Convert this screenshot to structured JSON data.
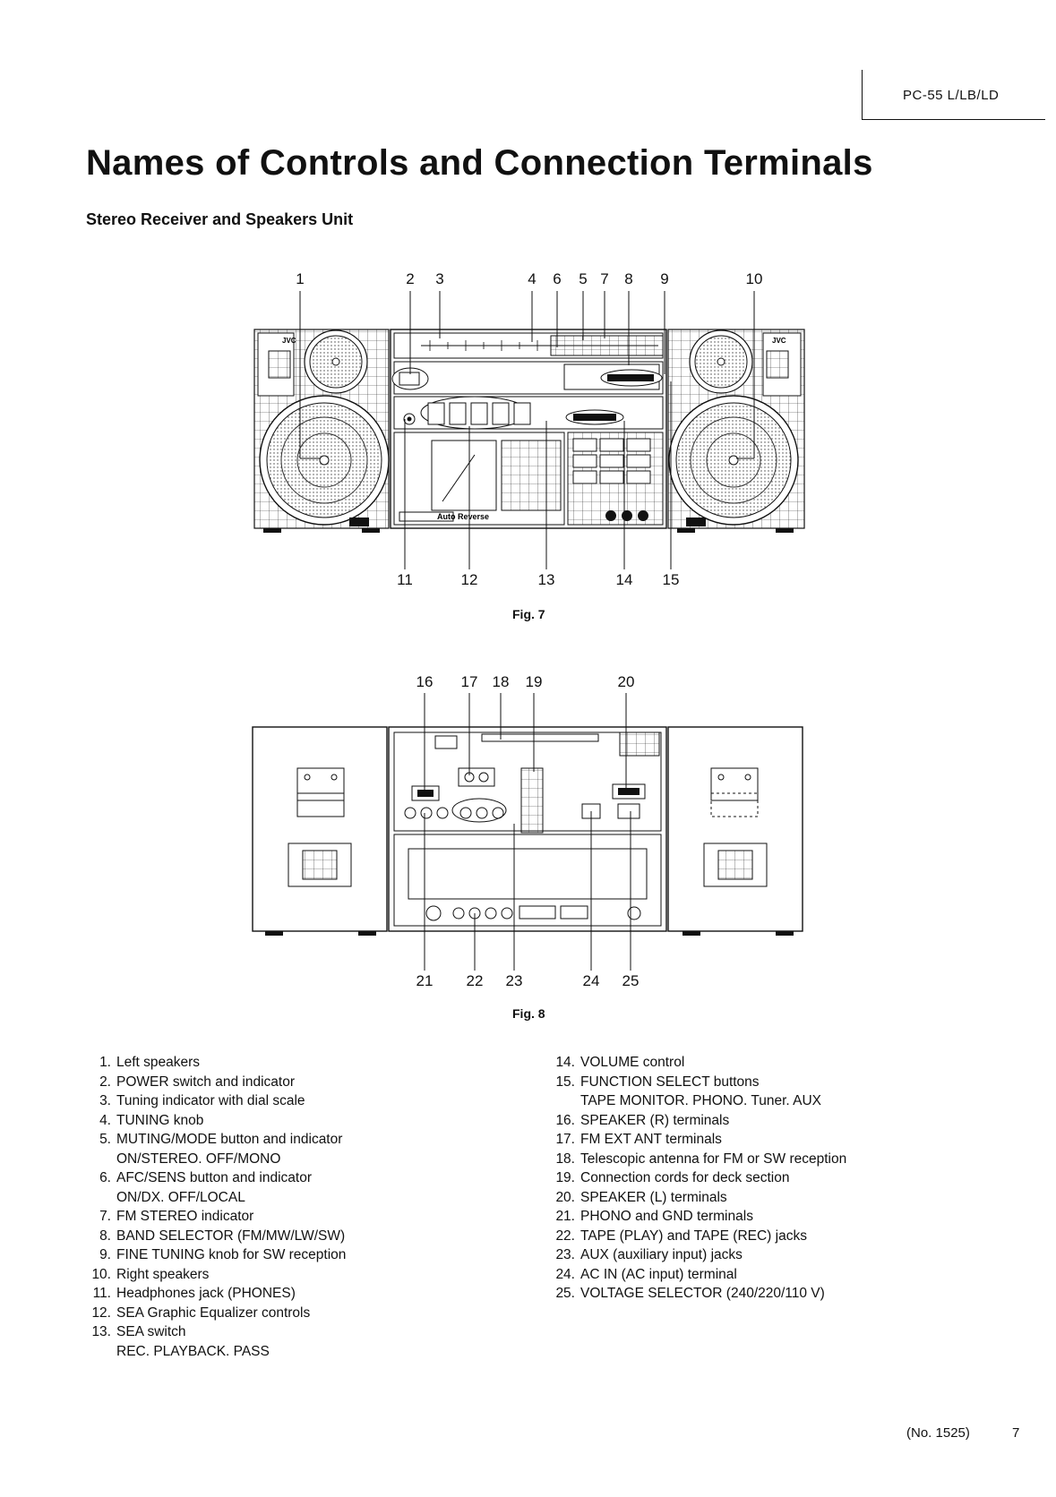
{
  "header": {
    "model": "PC-55 L/LB/LD"
  },
  "page_title": "Names of Controls and Connection Terminals",
  "section_title": "Stereo Receiver and Speakers Unit",
  "fig7": {
    "caption": "Fig. 7",
    "top_callouts": [
      "1",
      "2",
      "3",
      "4",
      "6",
      "5",
      "7",
      "8",
      "9",
      "10"
    ],
    "bottom_callouts": [
      "11",
      "12",
      "13",
      "14",
      "15"
    ],
    "panel_text": {
      "brand": "JVC",
      "cassette_label": "Auto Reverse"
    }
  },
  "fig8": {
    "caption": "Fig. 8",
    "top_callouts": [
      "16",
      "17",
      "18",
      "19",
      "20"
    ],
    "bottom_callouts": [
      "21",
      "22",
      "23",
      "24",
      "25"
    ]
  },
  "parts_left": [
    {
      "num": "1.",
      "text": "Left speakers"
    },
    {
      "num": "2.",
      "text": "POWER switch and indicator"
    },
    {
      "num": "3.",
      "text": "Tuning indicator with dial scale"
    },
    {
      "num": "4.",
      "text": "TUNING knob"
    },
    {
      "num": "5.",
      "text": "MUTING/MODE button and indicator",
      "sub": "ON/STEREO. OFF/MONO"
    },
    {
      "num": "6.",
      "text": "AFC/SENS button and indicator",
      "sub": "ON/DX. OFF/LOCAL"
    },
    {
      "num": "7.",
      "text": "FM STEREO indicator"
    },
    {
      "num": "8.",
      "text": "BAND SELECTOR (FM/MW/LW/SW)"
    },
    {
      "num": "9.",
      "text": "FINE TUNING knob for SW reception"
    },
    {
      "num": "10.",
      "text": "Right speakers"
    },
    {
      "num": "11.",
      "text": "Headphones jack (PHONES)"
    },
    {
      "num": "12.",
      "text": "SEA Graphic Equalizer controls"
    },
    {
      "num": "13.",
      "text": "SEA switch",
      "sub": "REC. PLAYBACK. PASS"
    }
  ],
  "parts_right": [
    {
      "num": "14.",
      "text": "VOLUME control"
    },
    {
      "num": "15.",
      "text": "FUNCTION SELECT buttons",
      "sub": "TAPE MONITOR. PHONO. Tuner. AUX"
    },
    {
      "num": "16.",
      "text": "SPEAKER (R) terminals"
    },
    {
      "num": "17.",
      "text": "FM EXT ANT terminals"
    },
    {
      "num": "18.",
      "text": "Telescopic antenna for FM or SW reception"
    },
    {
      "num": "19.",
      "text": "Connection cords for deck section"
    },
    {
      "num": "20.",
      "text": "SPEAKER (L) terminals"
    },
    {
      "num": "21.",
      "text": "PHONO and GND terminals"
    },
    {
      "num": "22.",
      "text": "TAPE (PLAY) and TAPE (REC) jacks"
    },
    {
      "num": "23.",
      "text": "AUX (auxiliary input) jacks"
    },
    {
      "num": "24.",
      "text": "AC IN (AC input) terminal"
    },
    {
      "num": "25.",
      "text": "VOLTAGE SELECTOR (240/220/110 V)"
    }
  ],
  "footer": {
    "doc_number": "(No. 1525)",
    "page_number": "7"
  }
}
